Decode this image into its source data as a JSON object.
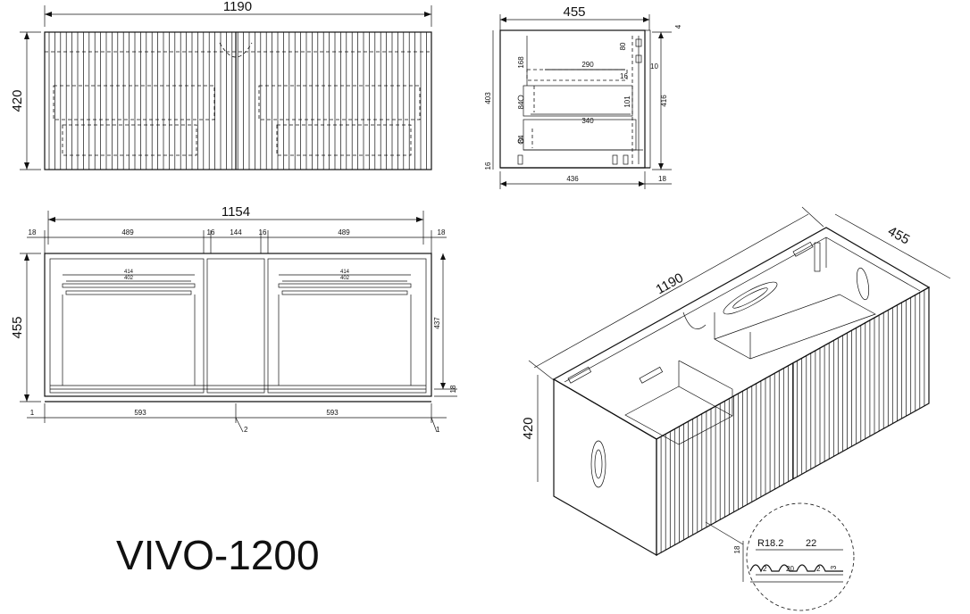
{
  "model_name": "VIVO-1200",
  "front_view": {
    "width": "1190",
    "height": "420"
  },
  "side_view": {
    "top_depth": "455",
    "bottom_depth": "436",
    "right_offset": "18",
    "total_height": "416",
    "left_height": "403",
    "top_gap": "168",
    "inner_width": "290",
    "lower_width": "340",
    "small_80": "80",
    "small_10": "10",
    "small_4": "4",
    "small_16": "16",
    "small_101": "101",
    "small_84": "84",
    "small_84b": "84",
    "foot": "16"
  },
  "plan_view": {
    "overall": "1154",
    "left_edge": "18",
    "right_edge": "18",
    "bay_left": "489",
    "bay_right": "489",
    "mid": "144",
    "mid_left_16": "16",
    "mid_right_16": "16",
    "depth": "455",
    "inner_depth": "437",
    "bottom_18": "18",
    "bottom_left": "593",
    "bottom_right": "593",
    "edge_1_left": "1",
    "edge_1_right": "1",
    "gap_2": "2",
    "drawer_left_outer": "414",
    "drawer_left_inner": "402",
    "drawer_right_outer": "414",
    "drawer_right_inner": "402"
  },
  "iso_view": {
    "width": "1190",
    "depth": "455",
    "height": "420"
  },
  "detail": {
    "radius": "R18.2",
    "pitch": "22",
    "depth": "18",
    "gap_a": "2",
    "flat": "20",
    "gap_b": "2",
    "edge": "3"
  }
}
